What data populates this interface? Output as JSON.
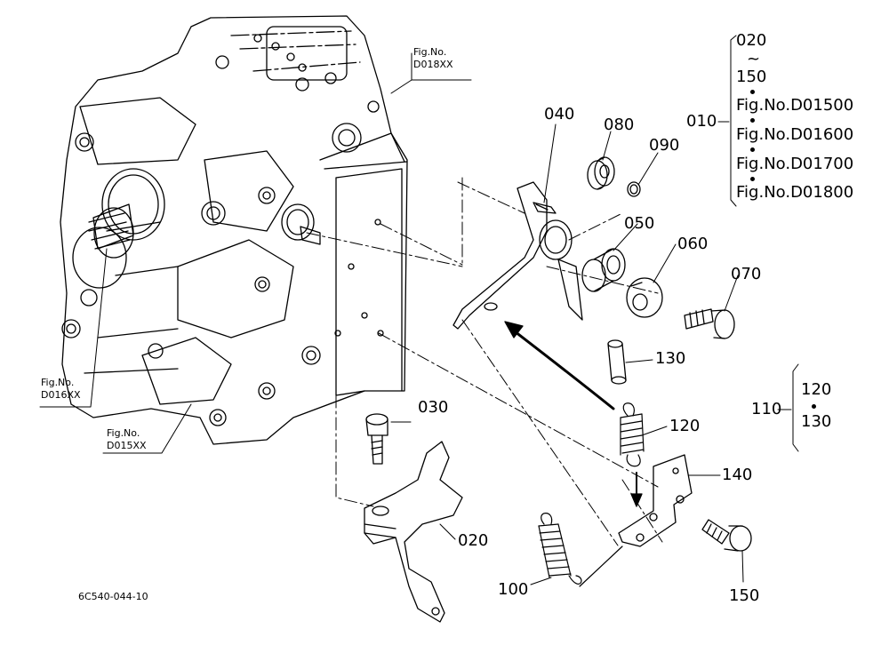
{
  "parts": {
    "p010": "010",
    "p020": "020",
    "p030": "030",
    "p040": "040",
    "p050": "050",
    "p060": "060",
    "p070": "070",
    "p080": "080",
    "p090": "090",
    "p100": "100",
    "p110": "110",
    "p120": "120",
    "p130": "130",
    "p140": "140",
    "p150": "150"
  },
  "group_010": {
    "range_start": "020",
    "tilde": "~",
    "range_end": "150",
    "refs": [
      "Fig.No.D01500",
      "Fig.No.D01600",
      "Fig.No.D01700",
      "Fig.No.D01800"
    ]
  },
  "group_110": {
    "items": [
      "120",
      "130"
    ]
  },
  "figure_refs": {
    "d018": {
      "line1": "Fig.No.",
      "line2": "D018XX"
    },
    "d016": {
      "line1": "Fig.No.",
      "line2": "D016XX"
    },
    "d015": {
      "line1": "Fig.No.",
      "line2": "D015XX"
    }
  },
  "diagram_code": "6C540-044-10"
}
